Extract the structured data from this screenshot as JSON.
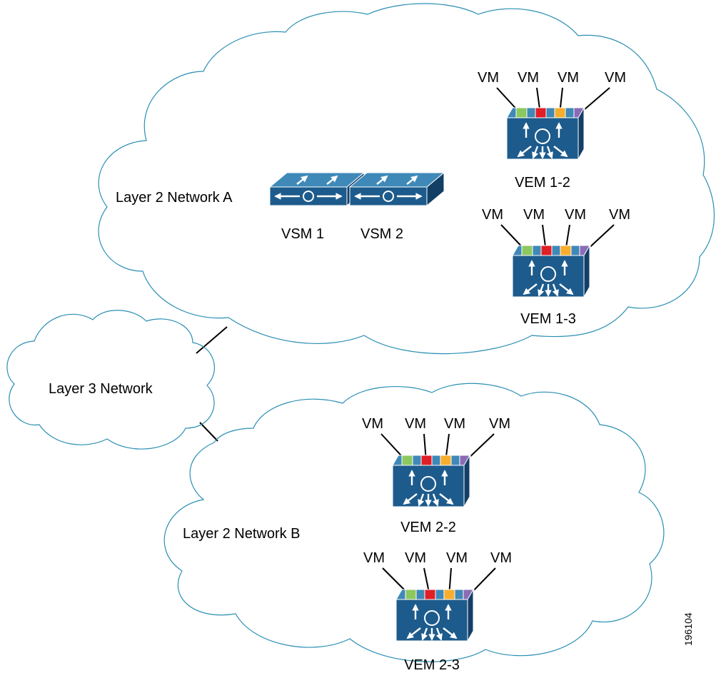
{
  "colors": {
    "cloud_stroke": "#2b8fb3",
    "device_front": "#1d5b8c",
    "device_top": "#3f89b8",
    "device_side": "#123f66",
    "link": "#000000",
    "port_colors": [
      "#8cc760",
      "#e01f26",
      "#f7ae2e",
      "#8a6bb5"
    ]
  },
  "networks": {
    "layer2_a": "Layer 2 Network A",
    "layer3": "Layer 3 Network",
    "layer2_b": "Layer 2 Network B"
  },
  "vsms": [
    {
      "label": "VSM 1",
      "icon": "supervisor-switch-icon"
    },
    {
      "label": "VSM 2",
      "icon": "supervisor-switch-icon"
    }
  ],
  "vems": [
    {
      "label": "VEM 1-2",
      "vm_labels": [
        "VM",
        "VM",
        "VM",
        "VM"
      ],
      "icon": "virtual-ethernet-module-icon"
    },
    {
      "label": "VEM 1-3",
      "vm_labels": [
        "VM",
        "VM",
        "VM",
        "VM"
      ],
      "icon": "virtual-ethernet-module-icon"
    },
    {
      "label": "VEM 2-2",
      "vm_labels": [
        "VM",
        "VM",
        "VM",
        "VM"
      ],
      "icon": "virtual-ethernet-module-icon"
    },
    {
      "label": "VEM 2-3",
      "vm_labels": [
        "VM",
        "VM",
        "VM",
        "VM"
      ],
      "icon": "virtual-ethernet-module-icon"
    }
  ],
  "figure_id": "196104"
}
